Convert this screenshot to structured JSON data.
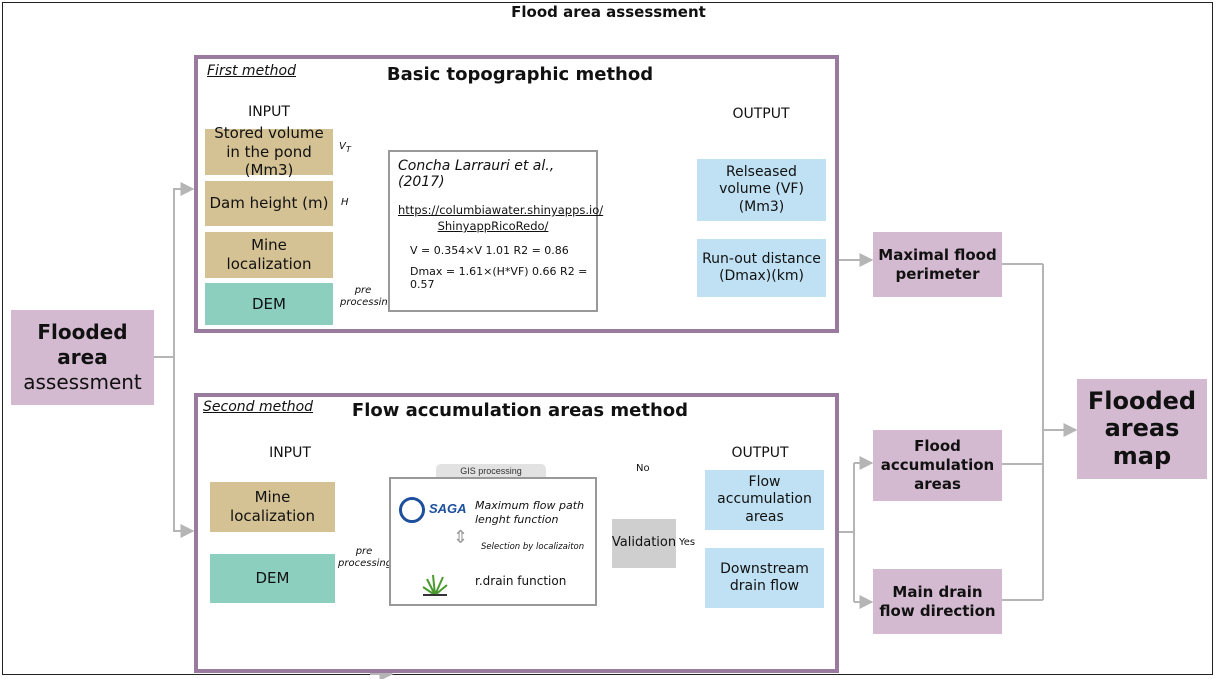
{
  "title": "Flood area assessment",
  "start_box": {
    "line1": "Flooded area",
    "line2": "assessment"
  },
  "method1": {
    "label": "First method",
    "title": "Basic topographic method",
    "input_header": "INPUT",
    "output_header": "OUTPUT",
    "inputs": [
      "Stored volume in the pond (Mm3)",
      "Dam height (m)",
      "Mine localization",
      "DEM"
    ],
    "edge_vt": "V",
    "edge_vt_sub": "T",
    "edge_h": "H",
    "preprocessing": "pre processing",
    "reference": "Concha Larrauri et al., (2017)",
    "link": "https://columbiawater.shinyapps.io/ ShinyappRicoRedo/",
    "eq1": "V = 0.354×V 1.01 R2 = 0.86",
    "eq2": "Dmax = 1.61×(H*VF) 0.66 R2 = 0.57",
    "outputs": [
      "Relseased volume (VF) (Mm3)",
      "Run-out distance (Dmax)(km)"
    ]
  },
  "method2": {
    "label": "Second method",
    "title": "Flow accumulation areas method",
    "input_header": "INPUT",
    "output_header": "OUTPUT",
    "inputs": [
      "Mine localization",
      "DEM"
    ],
    "preprocessing": "pre processing",
    "gis_tab": "GIS processing",
    "saga_text": "SAGA",
    "func1": "Maximum flow path lenght function",
    "selection": "Selection by localizaiton",
    "func2": "r.drain function",
    "validation": "Validation",
    "yes": "Yes",
    "no": "No",
    "outputs": [
      "Flow accumulation areas",
      "Downstream drain flow"
    ]
  },
  "right": {
    "max_flood": "Maximal flood perimeter",
    "flood_acc": "Flood accumulation areas",
    "main_drain": "Main drain flow direction",
    "final": "Flooded areas map"
  },
  "colors": {
    "frame_border": "#9b7aa0",
    "input_tan": "#d4c295",
    "dem_teal": "#8ccfbf",
    "output_blue": "#bfe1f3",
    "mauve": "#d3bad0",
    "arrow": "#b5b5b5"
  }
}
